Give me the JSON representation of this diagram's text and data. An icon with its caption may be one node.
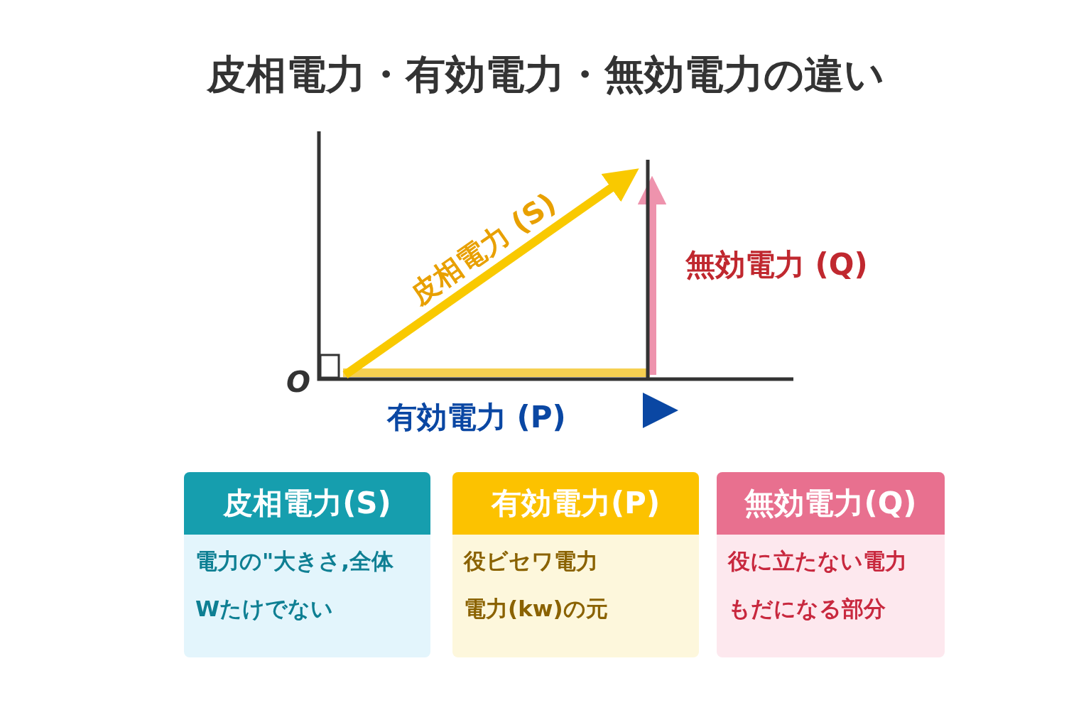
{
  "diagram": {
    "title": "皮相電力・有効電力・無効電力の違い",
    "nodes": [
      {
        "text": [
          "皮相電力(S)",
          "電力の\"大きさ,全体",
          "Wたけでない"
        ]
      },
      {
        "text": [
          "有効電力(P)",
          "役ビセワ電力",
          "電力(kw)の元"
        ]
      },
      {
        "text": [
          "無効電力(Q)",
          "役に立たない電力",
          "もだになる部分"
        ]
      }
    ],
    "labels": [
      "皮相電力 (S)",
      "無効電力 (Q)",
      "O",
      "有効電力 (P)"
    ]
  }
}
